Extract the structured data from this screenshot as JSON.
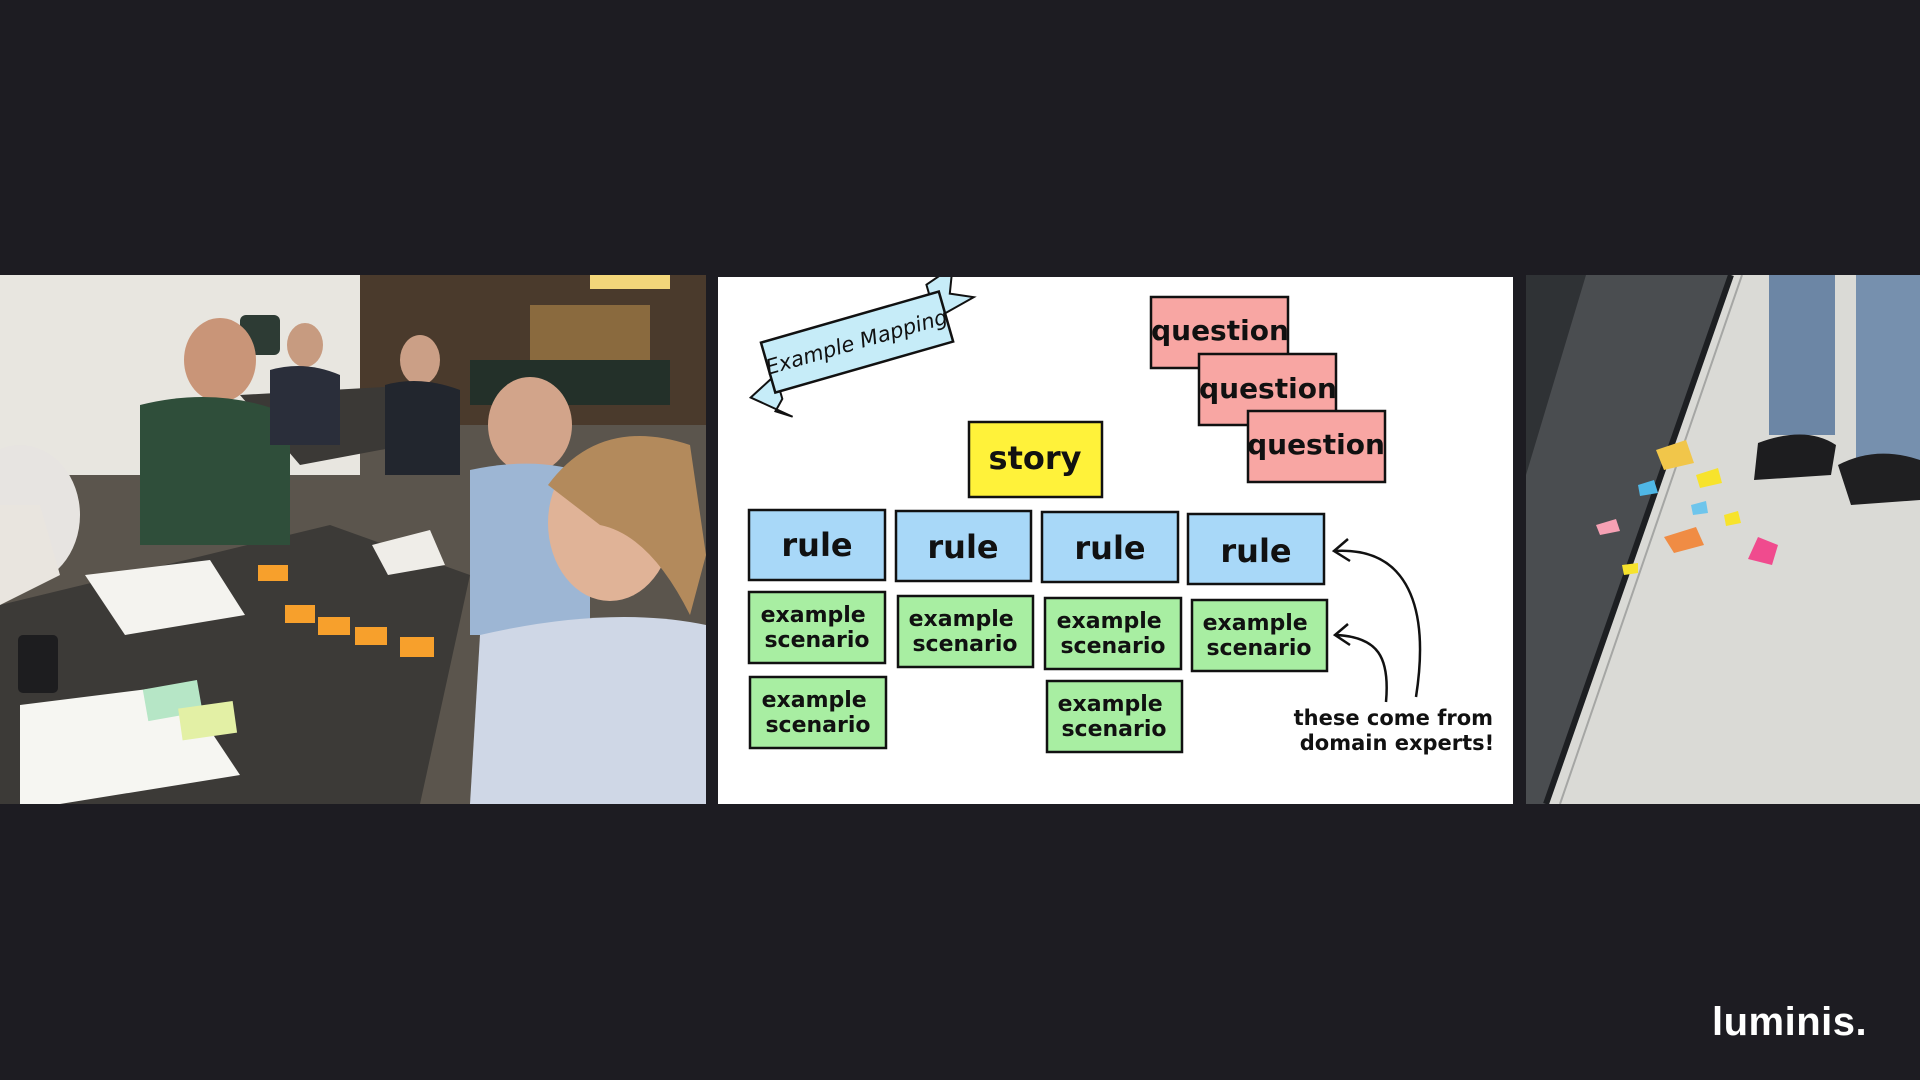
{
  "brand": {
    "logo_text": "luminis."
  },
  "diagram": {
    "banner": "Example Mapping",
    "story": "story",
    "rules": [
      "rule",
      "rule",
      "rule",
      "rule"
    ],
    "example_line1": "example",
    "example_line2": "scenario",
    "questions": [
      "question",
      "question",
      "question"
    ],
    "note_line1": "these come from",
    "note_line2": "domain experts!"
  },
  "colors": {
    "background": "#1d1c22",
    "story": "#fff23a",
    "rule": "#a8d8f8",
    "example": "#a8eea2",
    "question": "#f8a6a3",
    "banner": "#c6ecf8"
  }
}
